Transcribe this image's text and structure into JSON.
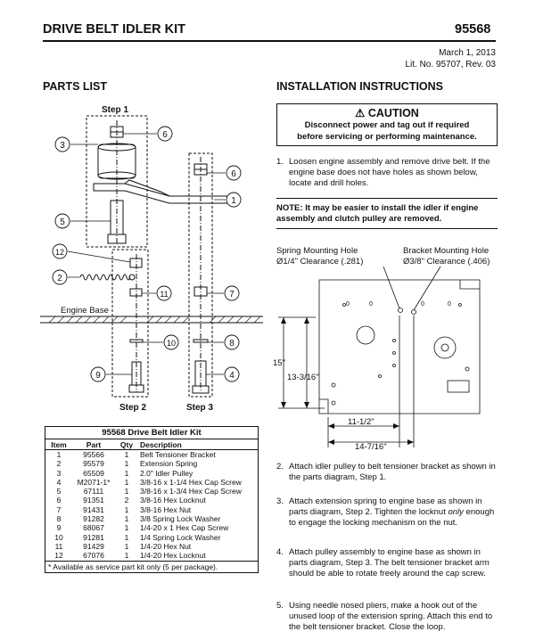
{
  "header": {
    "title": "DRIVE BELT IDLER KIT",
    "number": "95568",
    "date": "March 1, 2013",
    "lit_no": "Lit. No. 95707, Rev. 03"
  },
  "parts_list": {
    "heading": "PARTS LIST",
    "diagram": {
      "step1": "Step 1",
      "step2": "Step 2",
      "step3": "Step 3",
      "engine_base": "Engine Base",
      "callouts": [
        "1",
        "2",
        "3",
        "4",
        "5",
        "6",
        "6",
        "7",
        "8",
        "9",
        "10",
        "11",
        "12"
      ]
    },
    "table": {
      "caption": "95568 Drive Belt Idler Kit",
      "headers": [
        "Item",
        "Part",
        "Qty",
        "Description"
      ],
      "rows": [
        [
          "1",
          "95566",
          "1",
          "Belt Tensioner Bracket"
        ],
        [
          "2",
          "95579",
          "1",
          "Extension Spring"
        ],
        [
          "3",
          "65509",
          "1",
          "2.0\" Idler Pulley"
        ],
        [
          "4",
          "M2071-1*",
          "1",
          "3/8-16 x 1-1/4 Hex Cap Screw"
        ],
        [
          "5",
          "67111",
          "1",
          "3/8-16 x 1-3/4 Hex Cap Screw"
        ],
        [
          "6",
          "91351",
          "2",
          "3/8-16 Hex Locknut"
        ],
        [
          "7",
          "91431",
          "1",
          "3/8-16 Hex Nut"
        ],
        [
          "8",
          "91282",
          "1",
          "3/8 Spring Lock Washer"
        ],
        [
          "9",
          "68067",
          "1",
          "1/4-20 x 1 Hex Cap Screw"
        ],
        [
          "10",
          "91281",
          "1",
          "1/4 Spring Lock Washer"
        ],
        [
          "11",
          "91429",
          "1",
          "1/4-20 Hex Nut"
        ],
        [
          "12",
          "67076",
          "1",
          "1/4-20 Hex Locknut"
        ]
      ],
      "footnote": "* Available as service part kit only (5 per package)."
    }
  },
  "installation": {
    "heading": "INSTALLATION INSTRUCTIONS",
    "caution_title": "CAUTION",
    "caution_line1": "Disconnect power and tag out if required",
    "caution_line2": "before servicing or performing maintenance.",
    "step1": "Loosen engine assembly and remove drive belt. If the engine base does not have holes as shown below, locate and drill holes.",
    "note": "NOTE:  It may be easier to install the idler if engine assembly and clutch pulley are removed.",
    "diagram": {
      "spring_hole": "Spring Mounting Hole",
      "spring_clear": "Ø1/4\" Clearance (.281)",
      "bracket_hole": "Bracket Mounting Hole",
      "bracket_clear": "Ø3/8\" Clearance (.406)",
      "dim_15": "15\"",
      "dim_13": "13-3/16\"",
      "dim_11": "11-1/2\"",
      "dim_14": "14-7/16\"",
      "hole_labels": [
        "0",
        "0",
        "0",
        "0"
      ]
    },
    "steps": [
      {
        "n": "2.",
        "text": "Attach idler pulley to belt tensioner bracket as shown in the parts diagram, Step 1."
      },
      {
        "n": "3.",
        "pre": "Attach extension spring to engine base as shown in parts diagram, Step 2. Tighten the locknut ",
        "em": "only",
        "post": " enough to engage the locking mechanism on the nut."
      },
      {
        "n": "4.",
        "text": "Attach pulley assembly to engine base as shown in parts diagram, Step 3. The belt tensioner bracket arm should be able to rotate freely around the cap screw."
      },
      {
        "n": "5.",
        "text": "Using needle nosed pliers, make a hook out of the unused loop of the extension spring. Attach this end to the belt tensioner bracket. Close the loop."
      }
    ],
    "step1_n": "1."
  }
}
